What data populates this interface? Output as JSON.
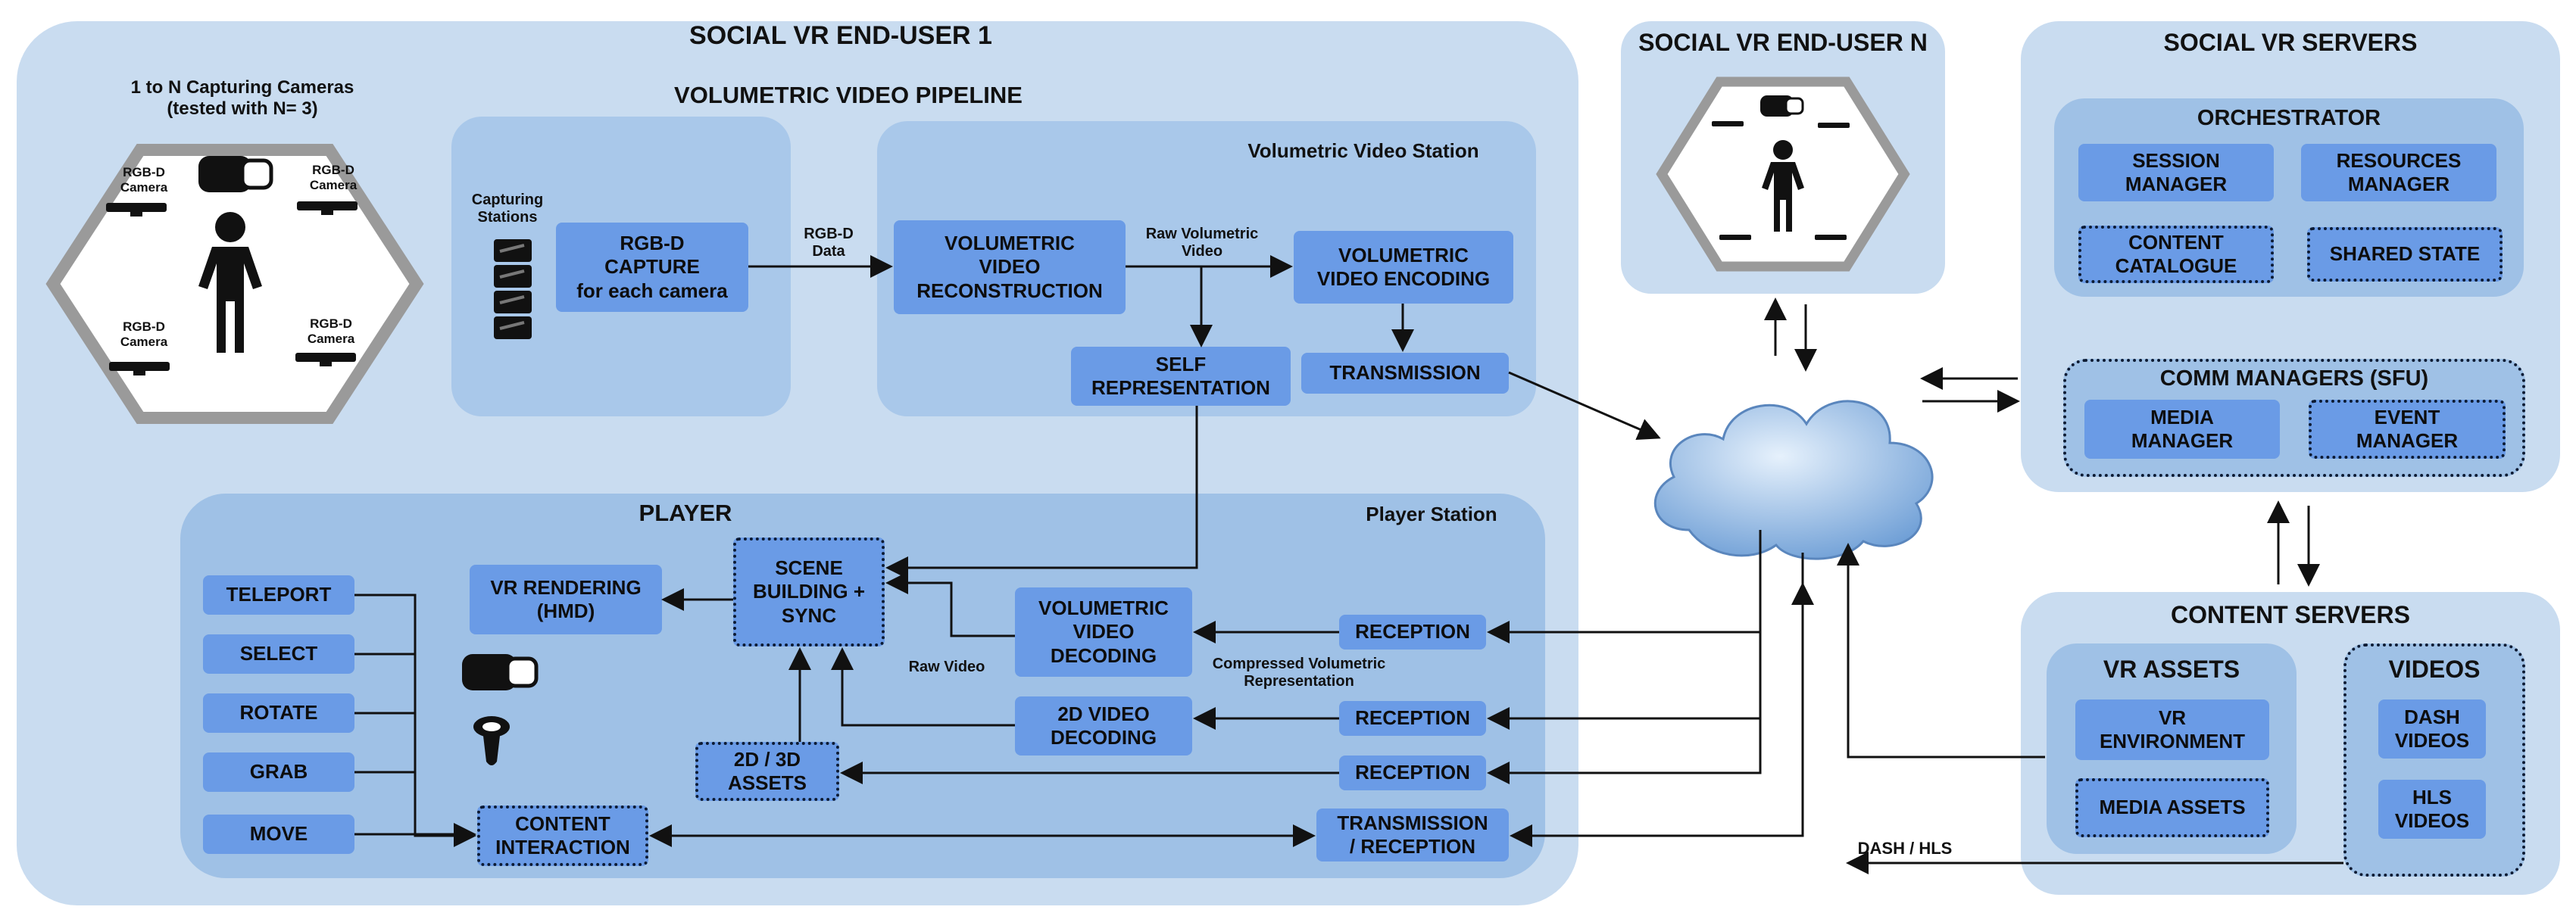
{
  "end_user_1": {
    "title": "SOCIAL VR END-USER 1",
    "cameras_title": "1 to N Capturing Cameras\n(tested with N= 3)",
    "camera_label": "RGB-D\nCamera",
    "pipeline": {
      "title": "VOLUMETRIC VIDEO PIPELINE",
      "capturing_stations": "Capturing\nStations",
      "rgbd_capture": "RGB-D\nCAPTURE\nfor each camera",
      "rgbd_data": "RGB-D\nData",
      "station_title": "Volumetric Video Station",
      "reconstruction": "VOLUMETRIC\nVIDEO\nRECONSTRUCTION",
      "raw_volumetric": "Raw Volumetric\nVideo",
      "encoding": "VOLUMETRIC\nVIDEO ENCODING",
      "self_representation": "SELF\nREPRESENTATION",
      "transmission": "TRANSMISSION"
    },
    "player": {
      "title": "PLAYER",
      "station_title": "Player Station",
      "actions": [
        "TELEPORT",
        "SELECT",
        "ROTATE",
        "GRAB",
        "MOVE"
      ],
      "vr_rendering": "VR RENDERING\n(HMD)",
      "scene_building": "SCENE\nBUILDING +\nSYNC",
      "volumetric_decoding": "VOLUMETRIC\nVIDEO\nDECODING",
      "video_2d_decoding": "2D VIDEO\nDECODING",
      "assets_2d3d": "2D / 3D\nASSETS",
      "content_interaction": "CONTENT\nINTERACTION",
      "reception": "RECEPTION",
      "transmission_reception": "TRANSMISSION\n/ RECEPTION",
      "raw_video": "Raw Video",
      "compressed": "Compressed Volumetric\nRepresentation"
    }
  },
  "end_user_n": {
    "title": "SOCIAL VR END-USER N"
  },
  "servers": {
    "title": "SOCIAL VR SERVERS",
    "orchestrator": {
      "title": "ORCHESTRATOR",
      "session_manager": "SESSION\nMANAGER",
      "resources_manager": "RESOURCES\nMANAGER",
      "content_catalogue": "CONTENT\nCATALOGUE",
      "shared_state": "SHARED STATE"
    },
    "comm": {
      "title": "COMM MANAGERS (SFU)",
      "media_manager": "MEDIA\nMANAGER",
      "event_manager": "EVENT\nMANAGER"
    }
  },
  "content_servers": {
    "title": "CONTENT SERVERS",
    "vr_assets": {
      "title": "VR ASSETS",
      "vr_environment": "VR\nENVIRONMENT",
      "media_assets": "MEDIA ASSETS"
    },
    "videos": {
      "title": "VIDEOS",
      "dash": "DASH\nVIDEOS",
      "hls": "HLS\nVIDEOS"
    },
    "dash_hls": "DASH / HLS"
  },
  "colors": {
    "outer": "#c9dcf0",
    "inner": "#9fc1e6",
    "box": "#6a9be6",
    "cloud": "#8fbbe8"
  }
}
